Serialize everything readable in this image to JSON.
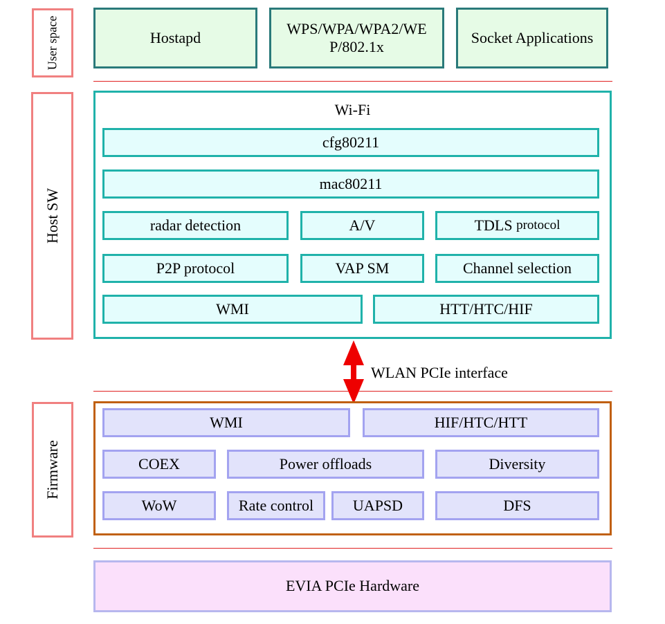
{
  "layers": {
    "user_space": "User space",
    "host_sw": "Host SW",
    "firmware": "Firmware"
  },
  "user_space": {
    "hostapd": "Hostapd",
    "wps_line1": "WPS/WPA/WPA2/WE",
    "wps_line2": "P/802.1x",
    "socket": "Socket Applications"
  },
  "host": {
    "title": "Wi-Fi",
    "cfg80211": "cfg80211",
    "mac80211": "mac80211",
    "radar": "radar detection",
    "av": "A/V",
    "tdls_main": "TDLS",
    "tdls_sub": "protocol",
    "p2p": "P2P protocol",
    "vap": "VAP SM",
    "channel": "Channel selection",
    "wmi": "WMI",
    "htt": "HTT/HTC/HIF"
  },
  "interface_label": "WLAN PCIe interface",
  "firmware": {
    "wmi": "WMI",
    "hif": "HIF/HTC/HTT",
    "coex": "COEX",
    "power": "Power offloads",
    "diversity": "Diversity",
    "wow": "WoW",
    "rate": "Rate control",
    "uapsd": "UAPSD",
    "dfs": "DFS"
  },
  "hardware": "EVIA PCIe Hardware",
  "colors": {
    "side_border": "#f08080",
    "user_fill": "#e6fbe6",
    "user_border": "#2a7a7a",
    "host_fill": "#e4fdfd",
    "host_border": "#20b2aa",
    "fw_fill": "#e2e3fb",
    "fw_border": "#a3a3f0",
    "fw_container": "#c06010",
    "hw_fill": "#fbe0fb",
    "separator": "#e02020",
    "arrow": "#ee0000"
  }
}
